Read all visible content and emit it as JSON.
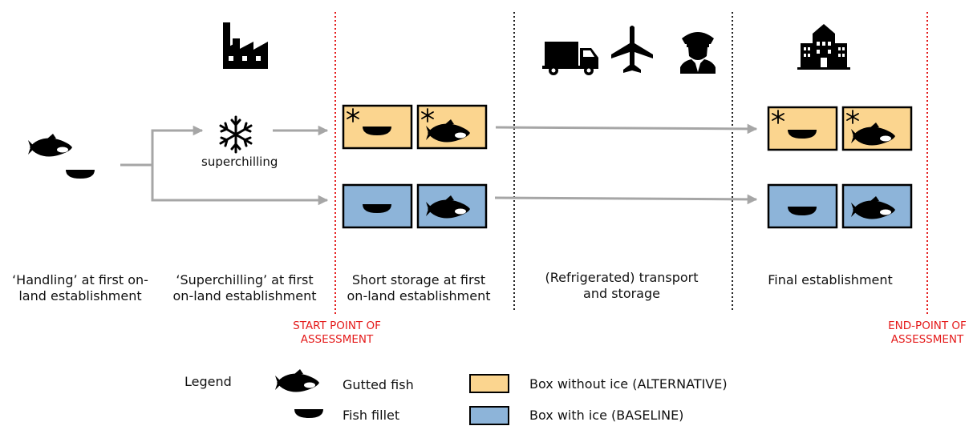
{
  "process": {
    "stages": [
      {
        "label_line1": "‘Handling’ at first on-",
        "label_line2": "land establishment"
      },
      {
        "label_line1": "‘Superchilling’ at first",
        "label_line2": "on-land establishment"
      },
      {
        "label_line1": "Short storage at first",
        "label_line2": "on-land establishment"
      },
      {
        "label_line1": "(Refrigerated) transport",
        "label_line2": "and storage"
      },
      {
        "label_line1": "Final establishment",
        "label_line2": ""
      }
    ],
    "superchilling_label": "superchilling",
    "start_point": {
      "line1": "START POINT OF",
      "line2": "ASSESSMENT"
    },
    "end_point": {
      "line1": "END-POINT OF",
      "line2": "ASSESSMENT"
    }
  },
  "legend": {
    "title": "Legend",
    "items": [
      {
        "icon": "gutted-fish-icon",
        "label": "Gutted fish"
      },
      {
        "icon": "fish-fillet-icon",
        "label": "Fish fillet"
      },
      {
        "icon": "box-without-ice",
        "label": "Box without ice (ALTERNATIVE)",
        "color": "#fbd58f"
      },
      {
        "icon": "box-with-ice",
        "label": "Box with ice (BASELINE)",
        "color": "#8db4d9"
      }
    ]
  },
  "icons": [
    "factory-icon",
    "snowflake-icon",
    "truck-icon",
    "airplane-icon",
    "officer-icon",
    "building-icon"
  ],
  "colors": {
    "alternative_box": "#fbd58f",
    "baseline_box": "#8db4d9",
    "boundary": "#e41b1b",
    "arrow": "#a6a6a6"
  }
}
